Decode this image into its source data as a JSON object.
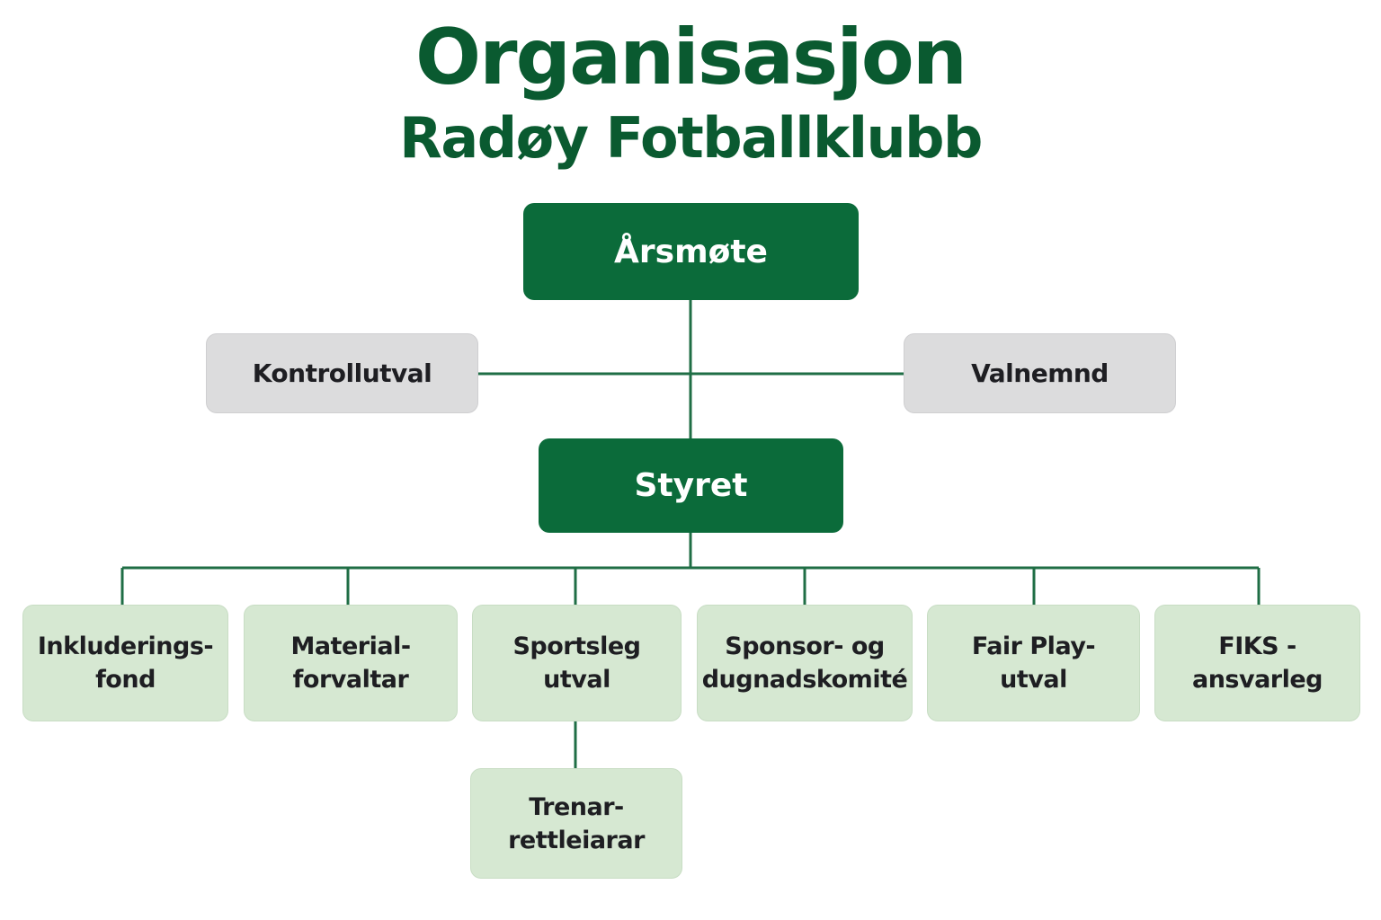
{
  "title": "Organisasjon",
  "subtitle": "Radøy Fotballklubb",
  "colors": {
    "primary_green": "#0b6b3a",
    "title_green": "#0a5a30",
    "committee_grey": "#dcdcdd",
    "unit_light_green": "#d6e8d2",
    "connector_green": "#1f6e45"
  },
  "nodes": {
    "arsmote": "Årsmøte",
    "kontrollutval": "Kontrollutval",
    "valnemnd": "Valnemnd",
    "styret": "Styret",
    "inkluderingsfond": "Inkluderings-\nfond",
    "materialforvaltar": "Material-\nforvaltar",
    "sportsleg_utval": "Sportsleg\nutval",
    "sponsor_dugnad": "Sponsor- og\ndugnadskomité",
    "fair_play": "Fair Play-\nutval",
    "fiks": "FIKS -\nansvarleg",
    "trenarrettleiarar": "Trenar-\nrettleiarar"
  }
}
